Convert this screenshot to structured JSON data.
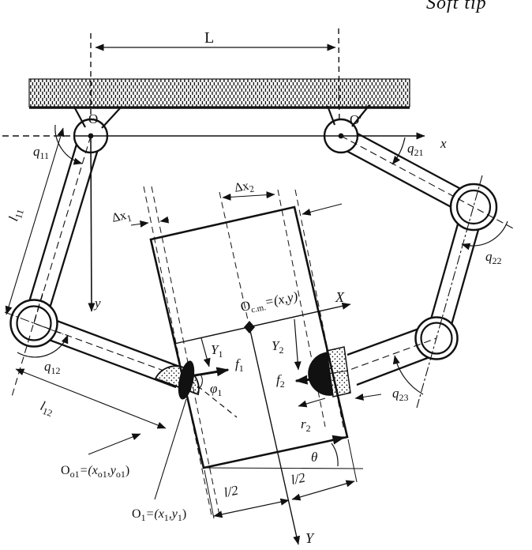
{
  "header": {
    "running_title": "Soft tip"
  },
  "base": {
    "span_label": "L",
    "origin_left": "O",
    "origin_right": "O′",
    "axis_x": "x",
    "axis_y": "y"
  },
  "left_finger": {
    "q11": {
      "b": "q",
      "s": "11"
    },
    "l11": {
      "b": "l",
      "s": "11"
    },
    "q12": {
      "b": "q",
      "s": "12"
    },
    "l12": {
      "b": "l",
      "s": "12"
    },
    "f1": {
      "b": "f",
      "s": "1"
    },
    "phi1": {
      "b": "φ",
      "s": "1"
    },
    "contact_center": {
      "p0": "O",
      "p1": "o1",
      "p2": "=(x",
      "p3": "o1",
      "p4": ",y",
      "p5": "o1",
      "p6": ")"
    },
    "contact_point": {
      "p0": "O",
      "p1": "1",
      "p2": "=(x",
      "p3": "1",
      "p4": ",y",
      "p5": "1",
      "p6": ")"
    }
  },
  "right_finger": {
    "q21": {
      "b": "q",
      "s": "21"
    },
    "q22": {
      "b": "q",
      "s": "22"
    },
    "q23": {
      "b": "q",
      "s": "23"
    },
    "f2": {
      "b": "f",
      "s": "2"
    },
    "r2": {
      "b": "r",
      "s": "2"
    }
  },
  "object": {
    "axis_X": "X",
    "axis_Y": "Y",
    "theta": "θ",
    "com": {
      "p0": "O",
      "p1": "c.m.",
      "p2": "=(x,y)"
    },
    "dx1": {
      "b": "Δx",
      "s": "1"
    },
    "dx2": {
      "b": "Δx",
      "s": "2"
    },
    "Y1": {
      "b": "Y",
      "s": "1"
    },
    "Y2": {
      "b": "Y",
      "s": "2"
    },
    "half_l_left": "l/2",
    "half_l_right": "l/2"
  }
}
